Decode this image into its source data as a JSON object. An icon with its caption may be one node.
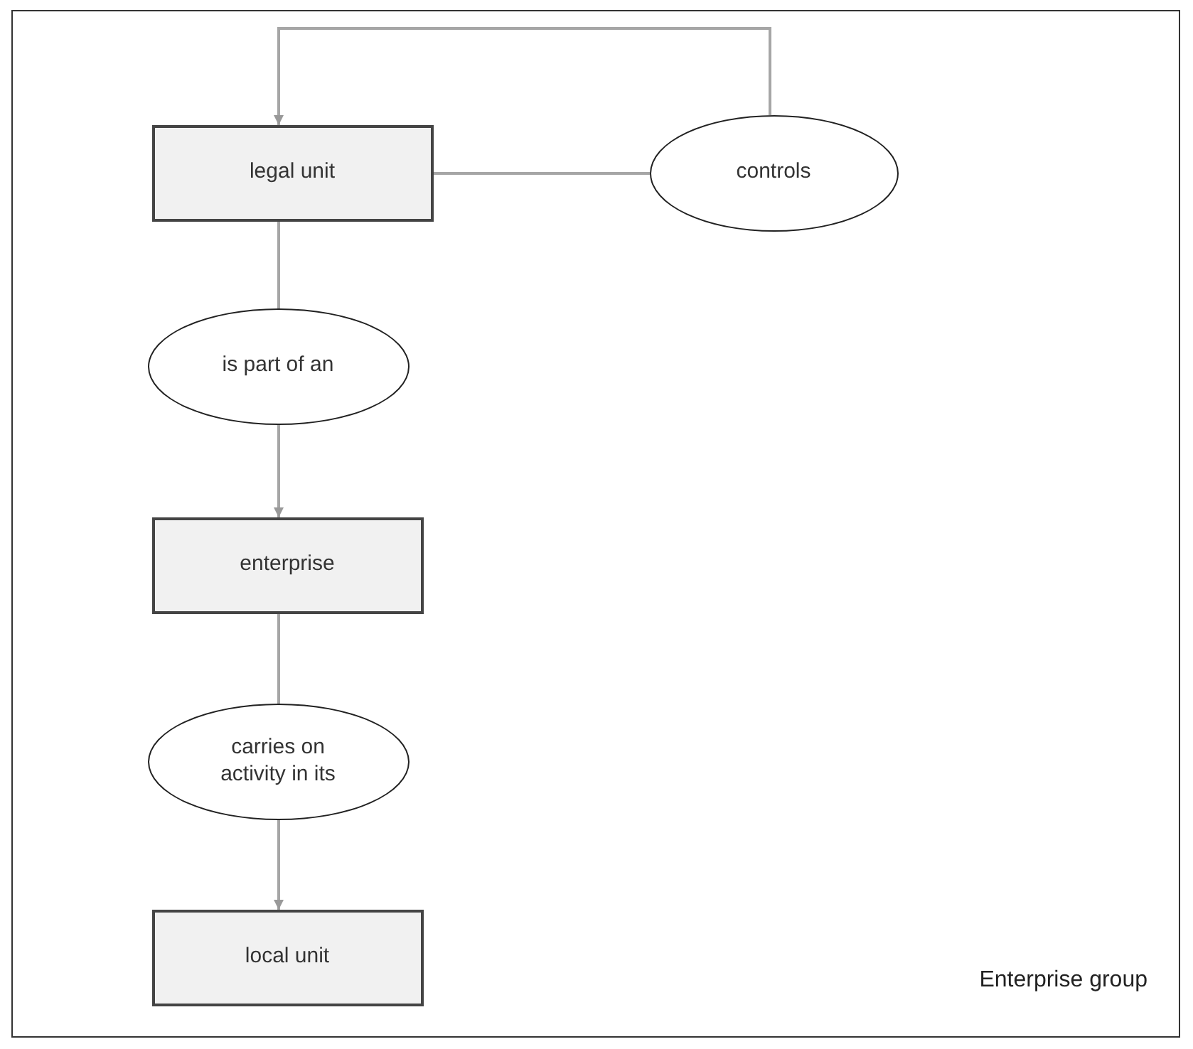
{
  "diagram": {
    "nodes": [
      {
        "text": [
          "Enterprise group"
        ]
      },
      {
        "text": [
          "legal unit"
        ],
        "in": 0
      },
      {
        "text": [
          "controls"
        ],
        "in": 0
      },
      {
        "text": [
          "is part of an"
        ],
        "in": 0
      },
      {
        "text": [
          "enterprise"
        ],
        "in": 0
      },
      {
        "text": [
          "carries on activity in its"
        ],
        "in": 0
      },
      {
        "text": [
          "local unit"
        ],
        "in": 0
      }
    ],
    "edges": [
      {
        "from": 1,
        "to": 2,
        "arrow": "none"
      },
      {
        "from": 2,
        "to": 1,
        "arrow": "to"
      },
      {
        "from": 1,
        "to": 3,
        "arrow": "none"
      },
      {
        "from": 3,
        "to": 4,
        "arrow": "to"
      },
      {
        "from": 4,
        "to": 5,
        "arrow": "none"
      },
      {
        "from": 5,
        "to": 6,
        "arrow": "to"
      }
    ]
  }
}
